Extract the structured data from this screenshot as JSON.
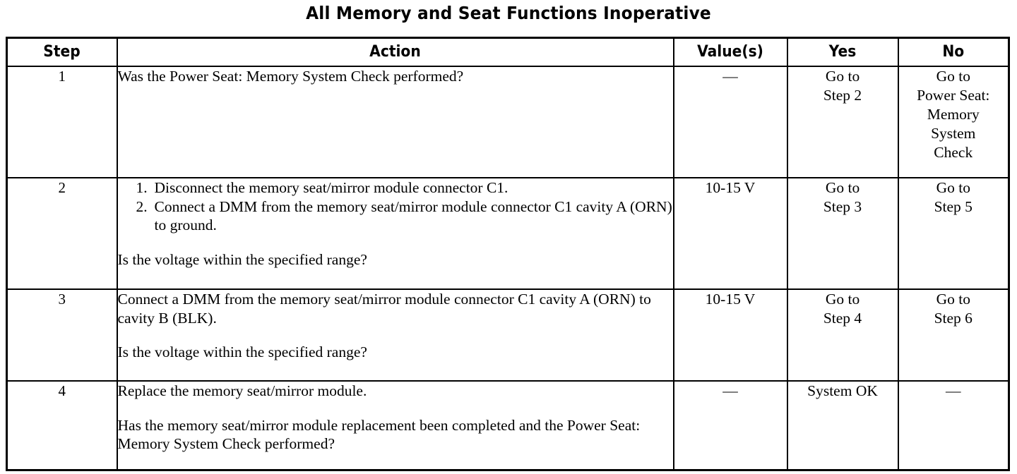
{
  "document": {
    "title": "All Memory and Seat Functions Inoperative"
  },
  "table": {
    "headers": {
      "step": "Step",
      "action": "Action",
      "values": "Value(s)",
      "yes": "Yes",
      "no": "No"
    },
    "rows": [
      {
        "step": "1",
        "action_intro": "Was the Power Seat: Memory System Check performed?",
        "action_items": [],
        "action_question": "",
        "value": "—",
        "yes": "Go to\nStep 2",
        "no": "Go to\nPower Seat:\nMemory\nSystem\nCheck"
      },
      {
        "step": "2",
        "action_intro": "",
        "action_items": [
          "Disconnect the memory seat/mirror module connector C1.",
          "Connect a DMM from the memory seat/mirror module connector C1 cavity A (ORN) to ground."
        ],
        "action_question": "Is the voltage within the specified range?",
        "value": "10-15 V",
        "yes": "Go to\nStep 3",
        "no": "Go to\nStep 5"
      },
      {
        "step": "3",
        "action_intro": "Connect a DMM from the memory seat/mirror module connector C1 cavity A (ORN) to cavity B (BLK).",
        "action_items": [],
        "action_question": "Is the voltage within the specified range?",
        "value": "10-15 V",
        "yes": "Go to\nStep 4",
        "no": "Go to\nStep 6"
      },
      {
        "step": "4",
        "action_intro": "Replace the memory seat/mirror module.",
        "action_items": [],
        "action_question": "Has the memory seat/mirror module replacement been completed and the Power Seat: Memory System Check performed?",
        "value": "—",
        "yes": "System OK",
        "no": "—"
      }
    ]
  },
  "colors": {
    "ink": "#000000",
    "paper": "#ffffff"
  }
}
